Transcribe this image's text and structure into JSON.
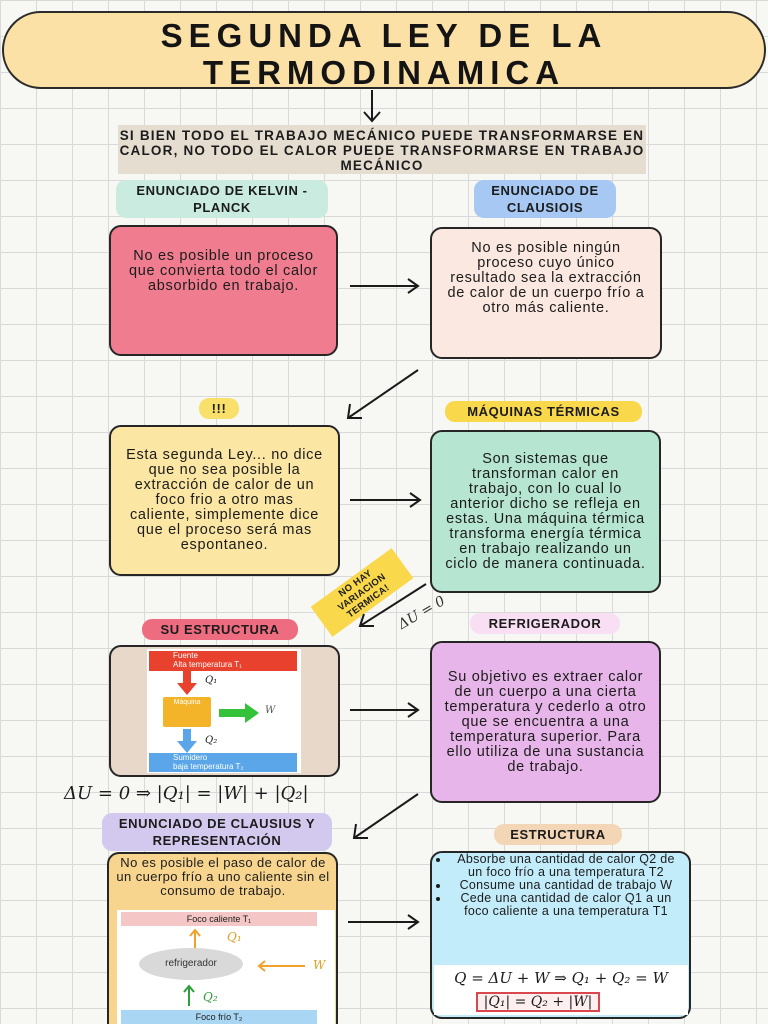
{
  "title": {
    "line1": "SEGUNDA LEY DE LA",
    "line2": "TERMODINAMICA"
  },
  "intro": "SI BIEN TODO EL TRABAJO MECÁNICO PUEDE TRANSFORMARSE EN CALOR, NO TODO EL CALOR PUEDE TRANSFORMARSE EN TRABAJO MECÁNICO",
  "kelvin": {
    "label": "ENUNCIADO DE KELVIN - PLANCK",
    "text": "No es posible un proceso que convierta todo el calor absorbido en trabajo."
  },
  "clausius": {
    "label": "ENUNCIADO DE CLAUSIOIS",
    "text": "No es posible ningún proceso cuyo único resultado sea la extracción de calor de un cuerpo frío a otro más caliente."
  },
  "exclaim": {
    "label": "!!!",
    "text": "Esta segunda Ley... no dice que no sea posible la extracción de calor de un foco frio a otro mas caliente, simplemente dice que el proceso será mas espontaneo."
  },
  "maquinas": {
    "label": "MÁQUINAS TÉRMICAS",
    "text": "Son sistemas que transforman calor en trabajo, con lo cual lo anterior dicho se refleja en estas. Una máquina térmica transforma energía térmica en trabajo realizando un ciclo de manera continuada."
  },
  "note": {
    "line1": "NO HAY VARIACION",
    "line2": "TERMICA!"
  },
  "delta_u": "ΔU = 0",
  "estructura1": {
    "label": "SU ESTRUCTURA",
    "fuente": "Fuente",
    "fuente_sub": "Alta temperatura T₁",
    "maquina": "Máquina",
    "sumidero": "Sumidero",
    "sumidero_sub": "baja temperatura T₂",
    "q1": "Q₁",
    "q2": "Q₂",
    "w": "W",
    "equation": "ΔU = 0 ⇒ |Q₁| = |W| + |Q₂|"
  },
  "refrigerador": {
    "label": "REFRIGERADOR",
    "text": "Su objetivo es extraer calor de un cuerpo a una cierta temperatura y cederlo a otro que se encuentra a una temperatura superior. Para ello utiliza de una sustancia de trabajo."
  },
  "clausius_rep": {
    "label": "ENUNCIADO DE CLAUSIUS Y REPRESENTACIÓN",
    "text": "No es posible el paso de calor de un cuerpo frío a uno caliente sin el consumo de trabajo.",
    "foco_caliente": "Foco caliente T₁",
    "refrigerador": "refrigerador",
    "foco_frio": "Foco frío T₂",
    "q1": "Q₁",
    "q2": "Q₂",
    "w": "W"
  },
  "estructura2": {
    "label": "ESTRUCTURA",
    "items": [
      "Absorbe una cantidad de calor Q2 de un foco frío a una temperatura T2",
      "Consume una cantidad de trabajo W",
      "Cede una cantidad de calor Q1 a un foco caliente a una temperatura T1"
    ],
    "eq1": "Q = ΔU + W ⇒ Q₁ + Q₂ = W",
    "eq2": "|Q₁| = Q₂ + |W|"
  },
  "colors": {
    "kelvin_label": "#c9ebe0",
    "clausius_label": "#a6c8f2",
    "pink": "#ef7d8f",
    "peach": "#fbe8e0",
    "yellow": "#fbe6a3",
    "mint": "#b6e5d2",
    "refri": "#e7b5e9",
    "lavender": "#d3c8ee",
    "sky": "#c3ecfa",
    "tan": "#f2d6b5"
  }
}
